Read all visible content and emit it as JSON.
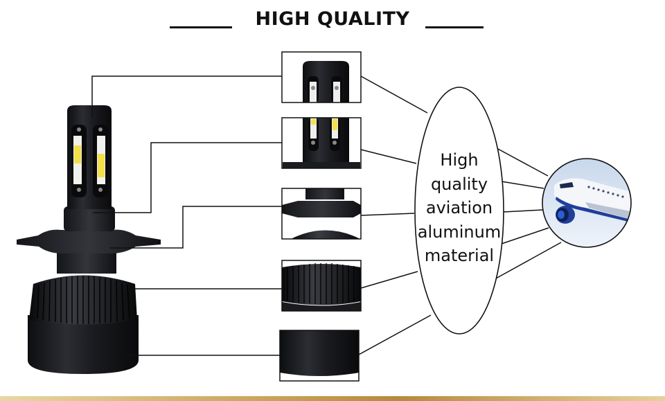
{
  "title": "HIGH QUALITY",
  "callout": {
    "lines": [
      "High",
      "quality",
      "aviation",
      "aluminum",
      "material"
    ]
  },
  "colors": {
    "ink": "#111111",
    "led_yellow": "#f3e04a",
    "bulb_body": "#1c1d21",
    "gold_bar": "#c9a35a",
    "sky": "#d8e4f2",
    "jet_blue": "#1f3f9a"
  },
  "icons": {
    "airplane": "airplane-icon"
  }
}
